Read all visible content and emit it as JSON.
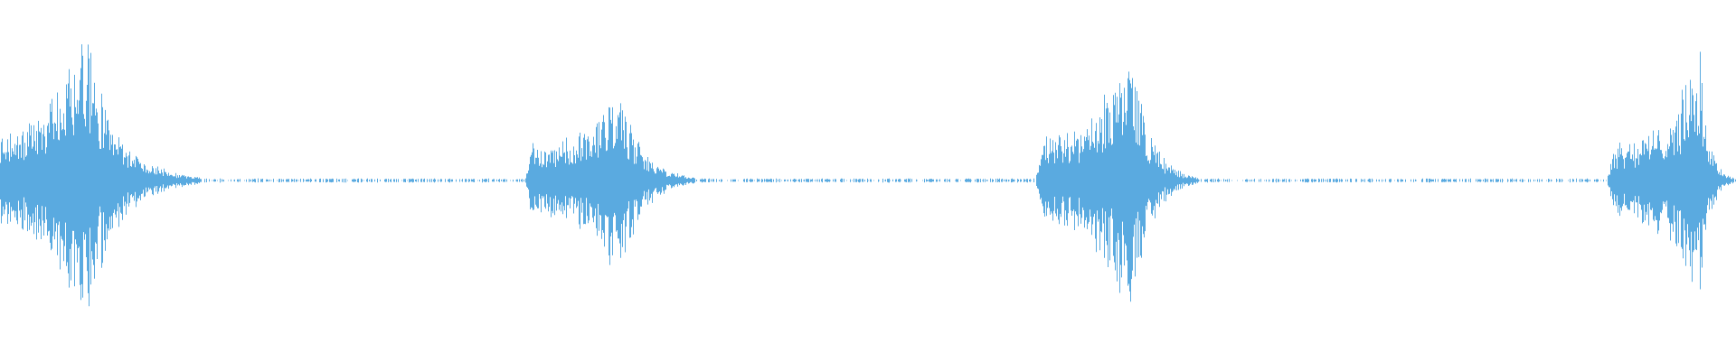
{
  "waveform": {
    "color": "#5aaae0",
    "background": "#ffffff",
    "bursts": [
      {
        "peak_amplitude": 0.93,
        "trough_amplitude": 0.93,
        "onset_level": 0.28
      },
      {
        "peak_amplitude": 0.64,
        "trough_amplitude": 0.64,
        "onset_level": 0.22
      },
      {
        "peak_amplitude": 0.89,
        "trough_amplitude": 0.89,
        "onset_level": 0.26
      },
      {
        "peak_amplitude": 0.78,
        "trough_amplitude": 0.78,
        "onset_level": 0.24
      }
    ],
    "noise_floor_level": 0.006
  }
}
